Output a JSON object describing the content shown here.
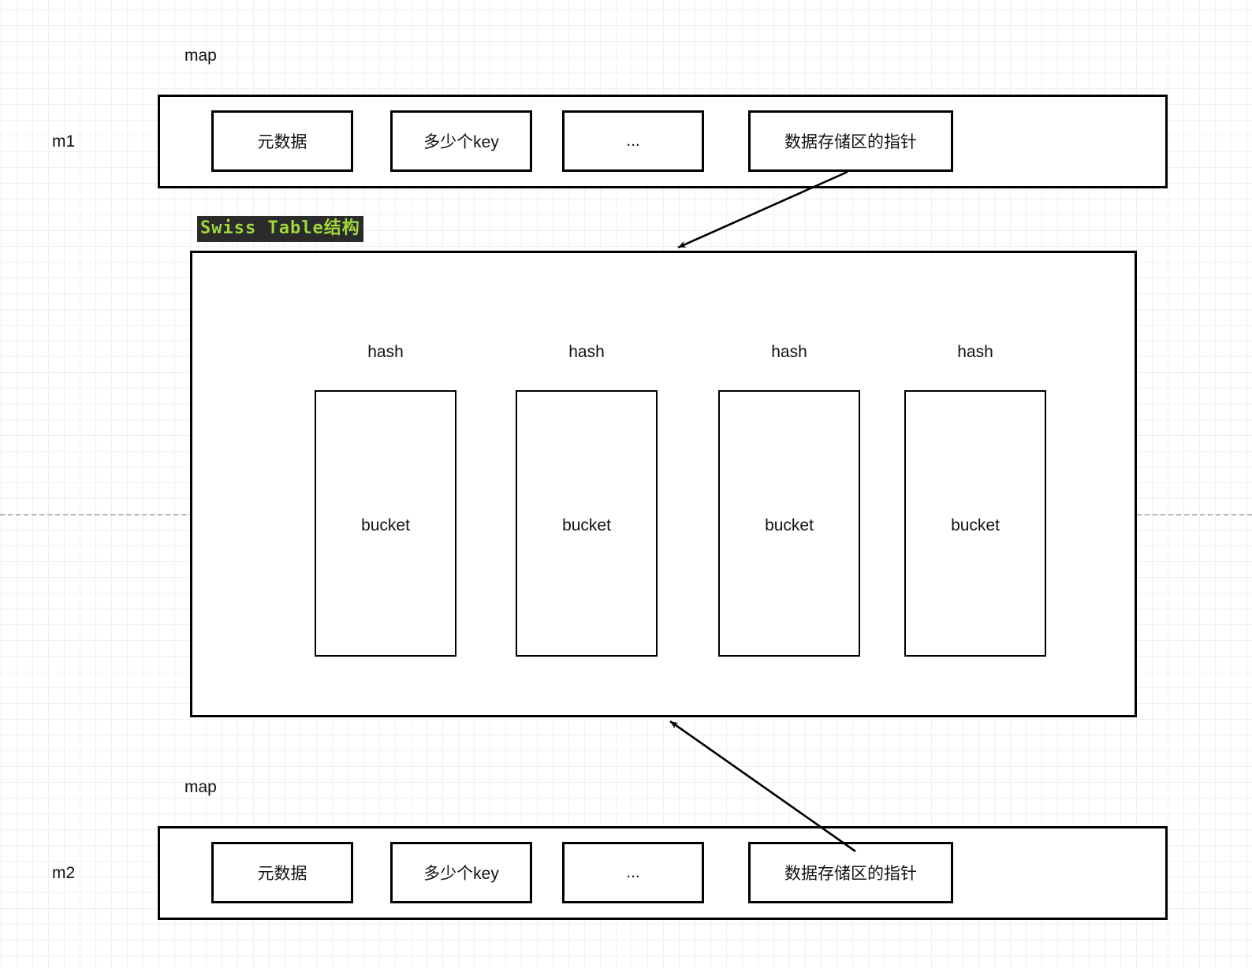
{
  "diagram": {
    "background": {
      "grid_minor_color": "#f0f0f0",
      "grid_major_color": "#d2d2d2",
      "guide_color": "#b8b8b8"
    },
    "tag": {
      "text": "Swiss Table结构",
      "bg_color": "#2b2b2b",
      "text_color": "#9fd83a"
    },
    "maps": [
      {
        "var_label": "m1",
        "type_label": "map",
        "fields": [
          {
            "text": "元数据"
          },
          {
            "text": "多少个key"
          },
          {
            "text": "..."
          },
          {
            "text": "数据存储区的指针"
          }
        ]
      },
      {
        "var_label": "m2",
        "type_label": "map",
        "fields": [
          {
            "text": "元数据"
          },
          {
            "text": "多少个key"
          },
          {
            "text": "..."
          },
          {
            "text": "数据存储区的指针"
          }
        ]
      }
    ],
    "swiss_table": {
      "slots": [
        {
          "hash_label": "hash",
          "bucket_label": "bucket"
        },
        {
          "hash_label": "hash",
          "bucket_label": "bucket"
        },
        {
          "hash_label": "hash",
          "bucket_label": "bucket"
        },
        {
          "hash_label": "hash",
          "bucket_label": "bucket"
        }
      ]
    }
  }
}
